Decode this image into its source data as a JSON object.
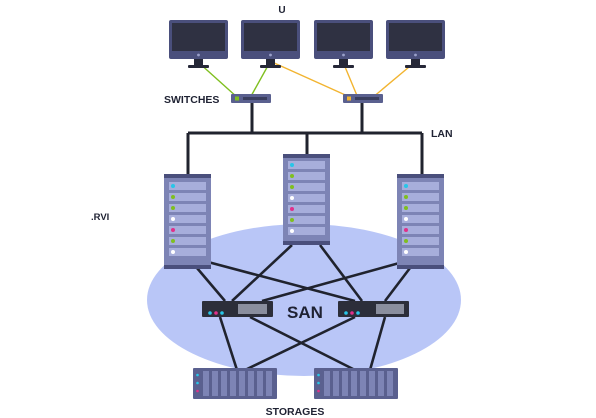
{
  "labels": {
    "users": "U",
    "switches": "SWITCHES",
    "lan": "LAN",
    "servers": ".RVI",
    "san": "SAN",
    "storages": "STORAGES"
  },
  "colors": {
    "monitor_frame": "#4a4f7c",
    "monitor_screen": "#2f3142",
    "server_body": "#7d84b5",
    "lan_cable": "#20232e",
    "cable_green": "#7fbf1f",
    "cable_yellow": "#f2b430",
    "san_ellipse": "#b9c6f7",
    "san_switch": "#2c2e3a"
  },
  "icons": {
    "monitor": "monitor-icon",
    "switch": "network-switch-icon",
    "server": "server-rack-icon",
    "san_switch": "san-switch-icon",
    "storage": "storage-array-icon"
  }
}
